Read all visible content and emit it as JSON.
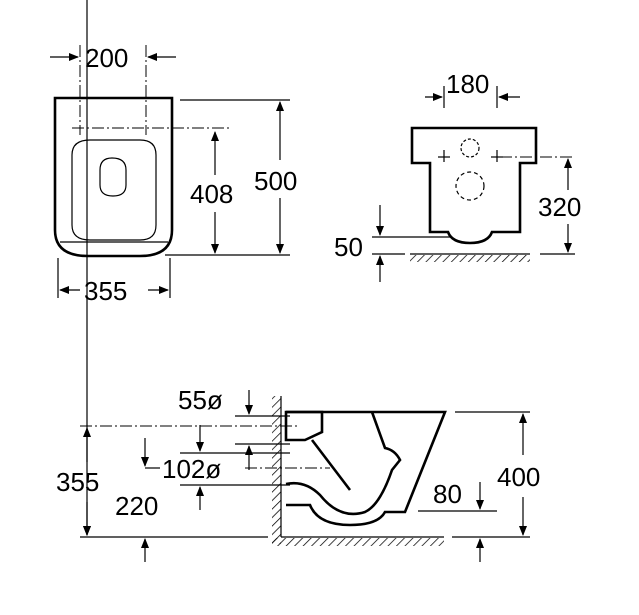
{
  "title": "Wall-hung toilet dimension drawing",
  "top_view": {
    "width_fixing": "200",
    "overall_width": "355",
    "fixing_depth": "408",
    "overall_length": "500"
  },
  "front_view": {
    "fixing_spacing": "180",
    "fixing_height": "320",
    "clearance": "50"
  },
  "side_view": {
    "inlet_dia": "55ø",
    "outlet_dia": "102ø",
    "outlet_height_total": "355",
    "outlet_height": "220",
    "rim_offset": "80",
    "rim_height": "400"
  }
}
